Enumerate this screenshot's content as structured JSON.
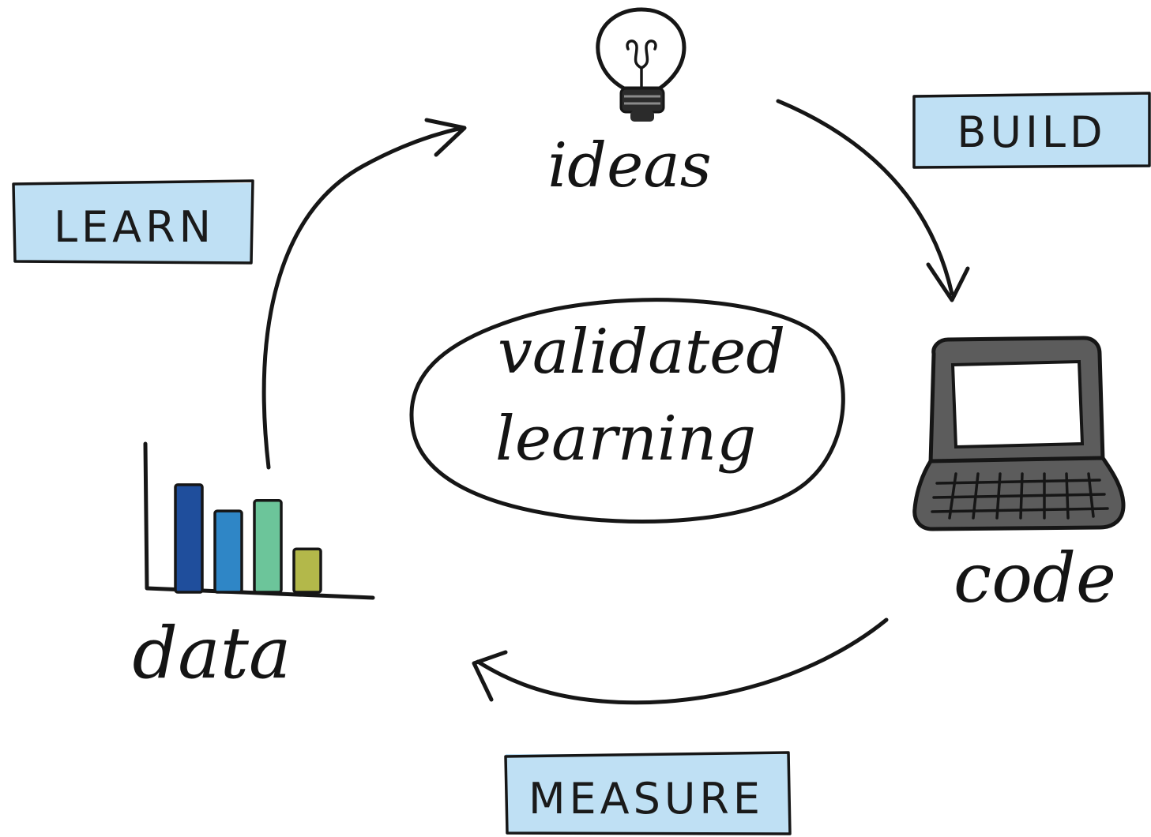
{
  "labels": {
    "build": "BUILD",
    "learn": "LEARN",
    "measure": "MEASURE"
  },
  "nodes": {
    "ideas": "ideas",
    "code": "code",
    "data": "data"
  },
  "center": {
    "line1": "validated",
    "line2": "learning"
  },
  "colors": {
    "label_fill": "#bfe0f4",
    "bulb_fill": "#eef08a",
    "laptop_fill": "#5c5c5c",
    "screen_fill": "#ffffff",
    "bar_dark_blue": "#1f4e9c",
    "bar_blue": "#2f86c6",
    "bar_green": "#6cc59a",
    "bar_olive": "#b3b84a"
  },
  "icons": {
    "ideas": "lightbulb-icon",
    "code": "laptop-icon",
    "data": "bar-chart-icon"
  },
  "chart_icon": {
    "values": [
      0.82,
      0.62,
      0.7,
      0.33
    ]
  }
}
